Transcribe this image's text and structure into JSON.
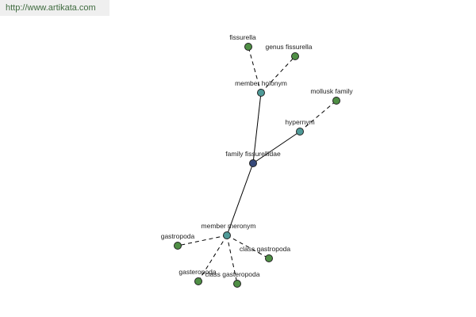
{
  "site_url": "http://www.artikata.com",
  "colors": {
    "center": "#36497a",
    "relation": "#4f9a98",
    "leaf": "#4f8f45",
    "url_text": "#3f6b3f"
  },
  "graph": {
    "center": {
      "label": "family fissurellidae"
    },
    "relations": [
      {
        "key": "member-holonym",
        "label": "member holonym"
      },
      {
        "key": "hypernym",
        "label": "hypernym"
      },
      {
        "key": "member-meronym",
        "label": "member meronym"
      }
    ],
    "leaves": [
      {
        "key": "fissurella",
        "label": "fissurella",
        "relation": "member-holonym"
      },
      {
        "key": "genus-fissurella",
        "label": "genus fissurella",
        "relation": "member-holonym"
      },
      {
        "key": "mollusk-family",
        "label": "mollusk family",
        "relation": "hypernym"
      },
      {
        "key": "gastropoda",
        "label": "gastropoda",
        "relation": "member-meronym"
      },
      {
        "key": "class-gastropoda",
        "label": "class gastropoda",
        "relation": "member-meronym"
      },
      {
        "key": "gasteropoda",
        "label": "gasteropoda",
        "relation": "member-meronym"
      },
      {
        "key": "class-gasteropoda",
        "label": "class gasteropoda",
        "relation": "member-meronym"
      }
    ]
  }
}
